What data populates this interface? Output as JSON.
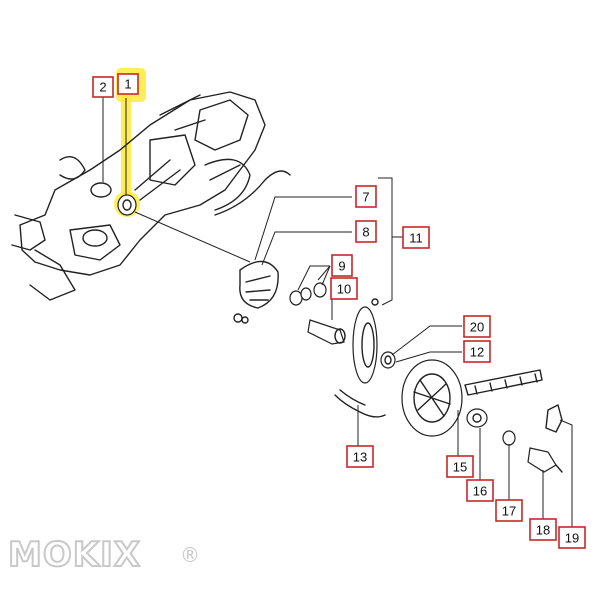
{
  "callouts": [
    {
      "id": "p1",
      "label": "1",
      "highlight": true
    },
    {
      "id": "p2",
      "label": "2"
    },
    {
      "id": "p7",
      "label": "7"
    },
    {
      "id": "p8",
      "label": "8"
    },
    {
      "id": "p9",
      "label": "9"
    },
    {
      "id": "p10",
      "label": "10"
    },
    {
      "id": "p11",
      "label": "11"
    },
    {
      "id": "p12",
      "label": "12"
    },
    {
      "id": "p13",
      "label": "13"
    },
    {
      "id": "p15",
      "label": "15"
    },
    {
      "id": "p16",
      "label": "16"
    },
    {
      "id": "p17",
      "label": "17"
    },
    {
      "id": "p18",
      "label": "18"
    },
    {
      "id": "p19",
      "label": "19"
    },
    {
      "id": "p20",
      "label": "20"
    }
  ],
  "watermark": {
    "text": "MOKIX",
    "mark": "®"
  },
  "colors": {
    "callout_border": "#c62828",
    "highlight": "#ffeb3b",
    "line": "#222222"
  }
}
